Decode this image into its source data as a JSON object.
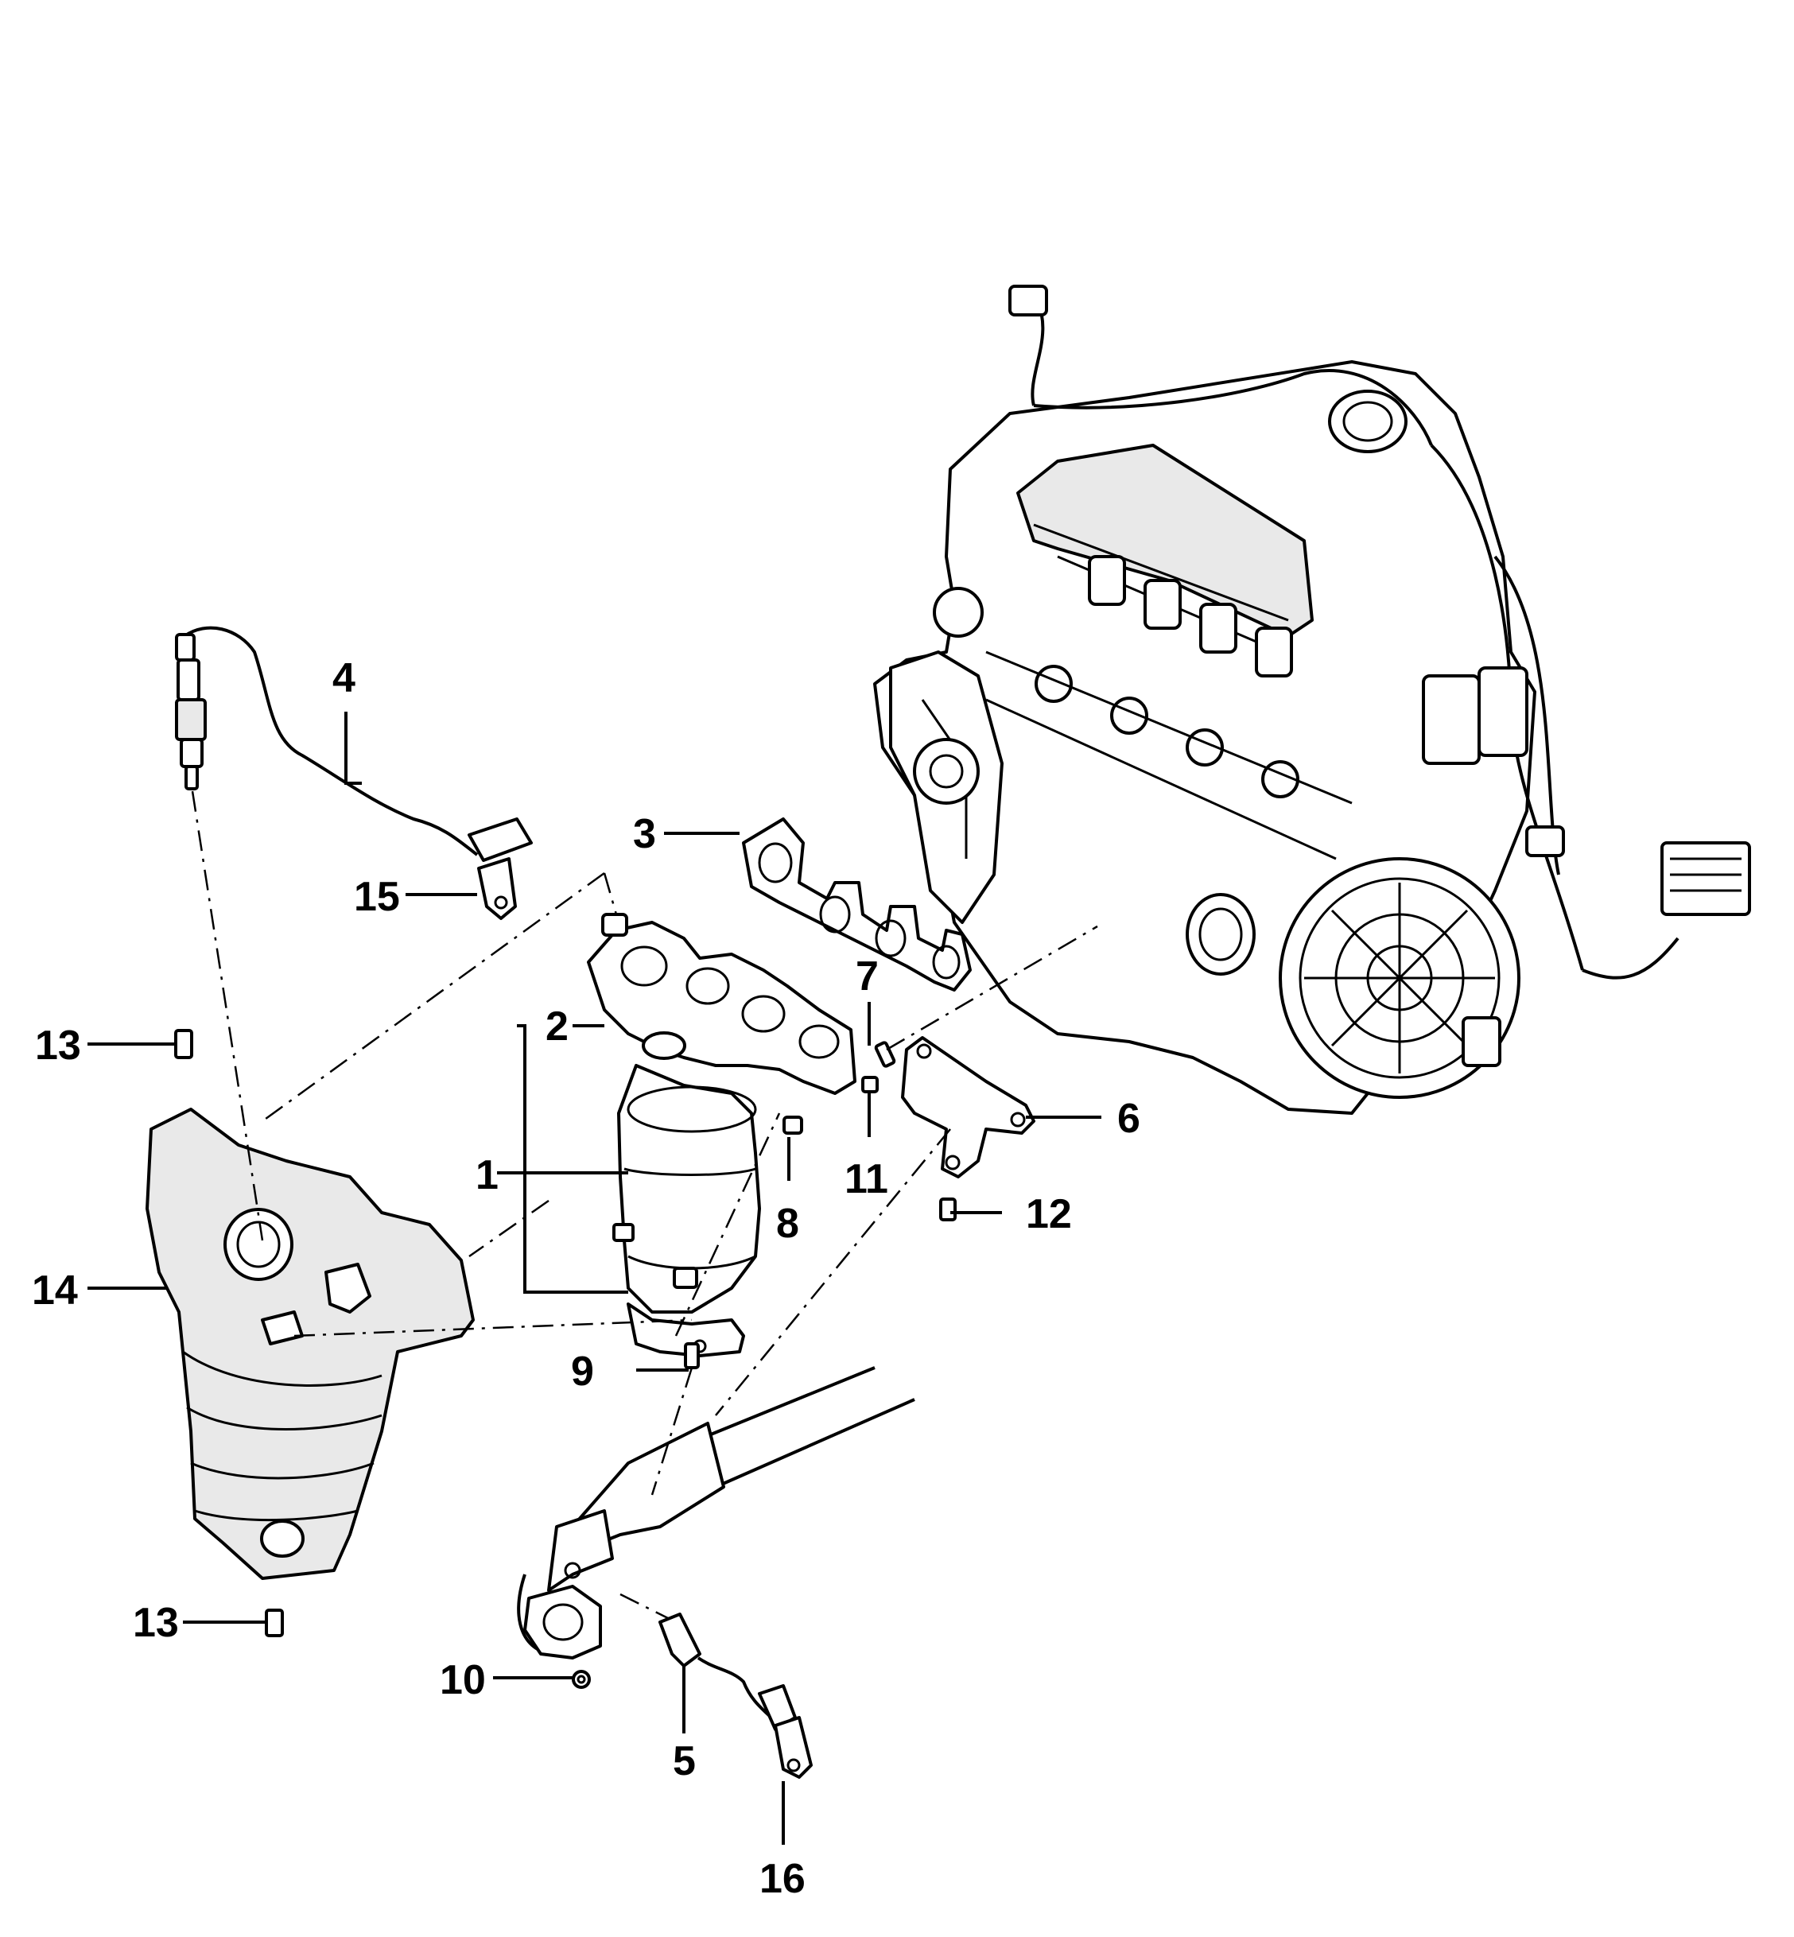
{
  "diagram": {
    "callouts": [
      {
        "id": "c1",
        "text": "1"
      },
      {
        "id": "c2",
        "text": "2"
      },
      {
        "id": "c3",
        "text": "3"
      },
      {
        "id": "c4",
        "text": "4"
      },
      {
        "id": "c5",
        "text": "5"
      },
      {
        "id": "c6",
        "text": "6"
      },
      {
        "id": "c7",
        "text": "7"
      },
      {
        "id": "c8",
        "text": "8"
      },
      {
        "id": "c9",
        "text": "9"
      },
      {
        "id": "c10",
        "text": "10"
      },
      {
        "id": "c11",
        "text": "11"
      },
      {
        "id": "c12",
        "text": "12"
      },
      {
        "id": "c13a",
        "text": "13"
      },
      {
        "id": "c13b",
        "text": "13"
      },
      {
        "id": "c14",
        "text": "14"
      },
      {
        "id": "c15",
        "text": "15"
      },
      {
        "id": "c16",
        "text": "16"
      }
    ],
    "colors": {
      "line": "#000000",
      "background": "#ffffff",
      "shade": "#e9e9e9"
    }
  }
}
